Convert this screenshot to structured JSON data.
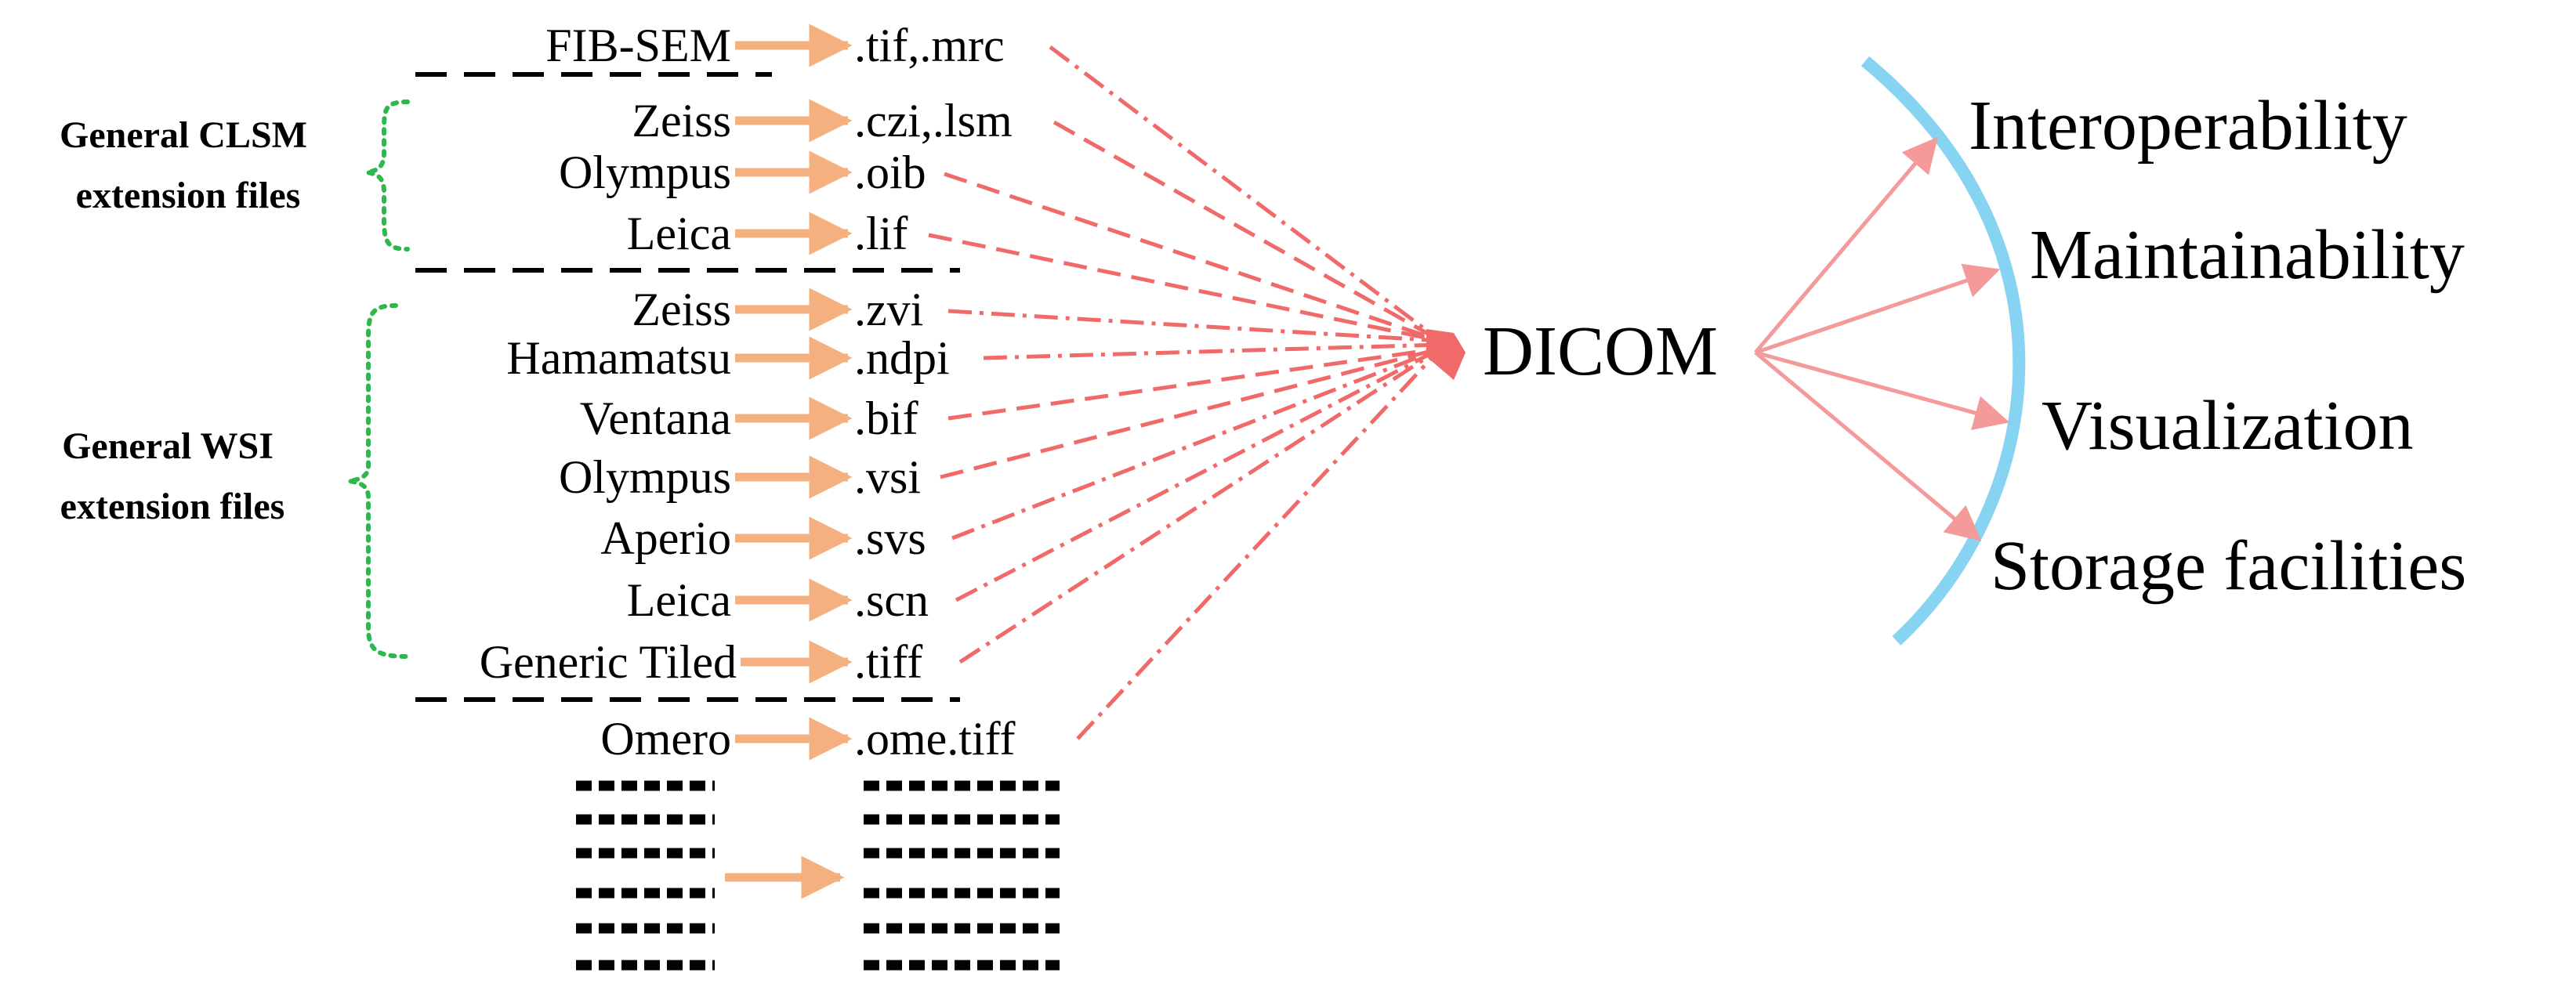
{
  "colors": {
    "arrow_orange": "#F5B080",
    "dash_red": "#F06A6A",
    "benefit_arrow": "#F49A9A",
    "arc_blue": "#87D3F2",
    "brace_green": "#2DB84D",
    "separator": "#000000"
  },
  "groups": [
    {
      "lines": [
        "General CLSM",
        "extension files"
      ]
    },
    {
      "lines": [
        "General WSI",
        "extension files"
      ]
    }
  ],
  "formats": [
    {
      "source": "FIB-SEM",
      "extension": ".tif,.mrc"
    },
    {
      "source": "Zeiss",
      "extension": ".czi,.lsm"
    },
    {
      "source": "Olympus",
      "extension": ".oib"
    },
    {
      "source": "Leica",
      "extension": ".lif"
    },
    {
      "source": "Zeiss",
      "extension": ".zvi"
    },
    {
      "source": "Hamamatsu",
      "extension": ".ndpi"
    },
    {
      "source": "Ventana",
      "extension": ".bif"
    },
    {
      "source": "Olympus",
      "extension": ".vsi"
    },
    {
      "source": "Aperio",
      "extension": ".svs"
    },
    {
      "source": "Leica",
      "extension": ".scn"
    },
    {
      "source": "Generic Tiled",
      "extension": ".tiff"
    },
    {
      "source": "Omero",
      "extension": ".ome.tiff"
    }
  ],
  "target": {
    "label": "DICOM"
  },
  "benefits": [
    "Interoperability",
    "Maintainability",
    "Visualization",
    "Storage facilities"
  ]
}
